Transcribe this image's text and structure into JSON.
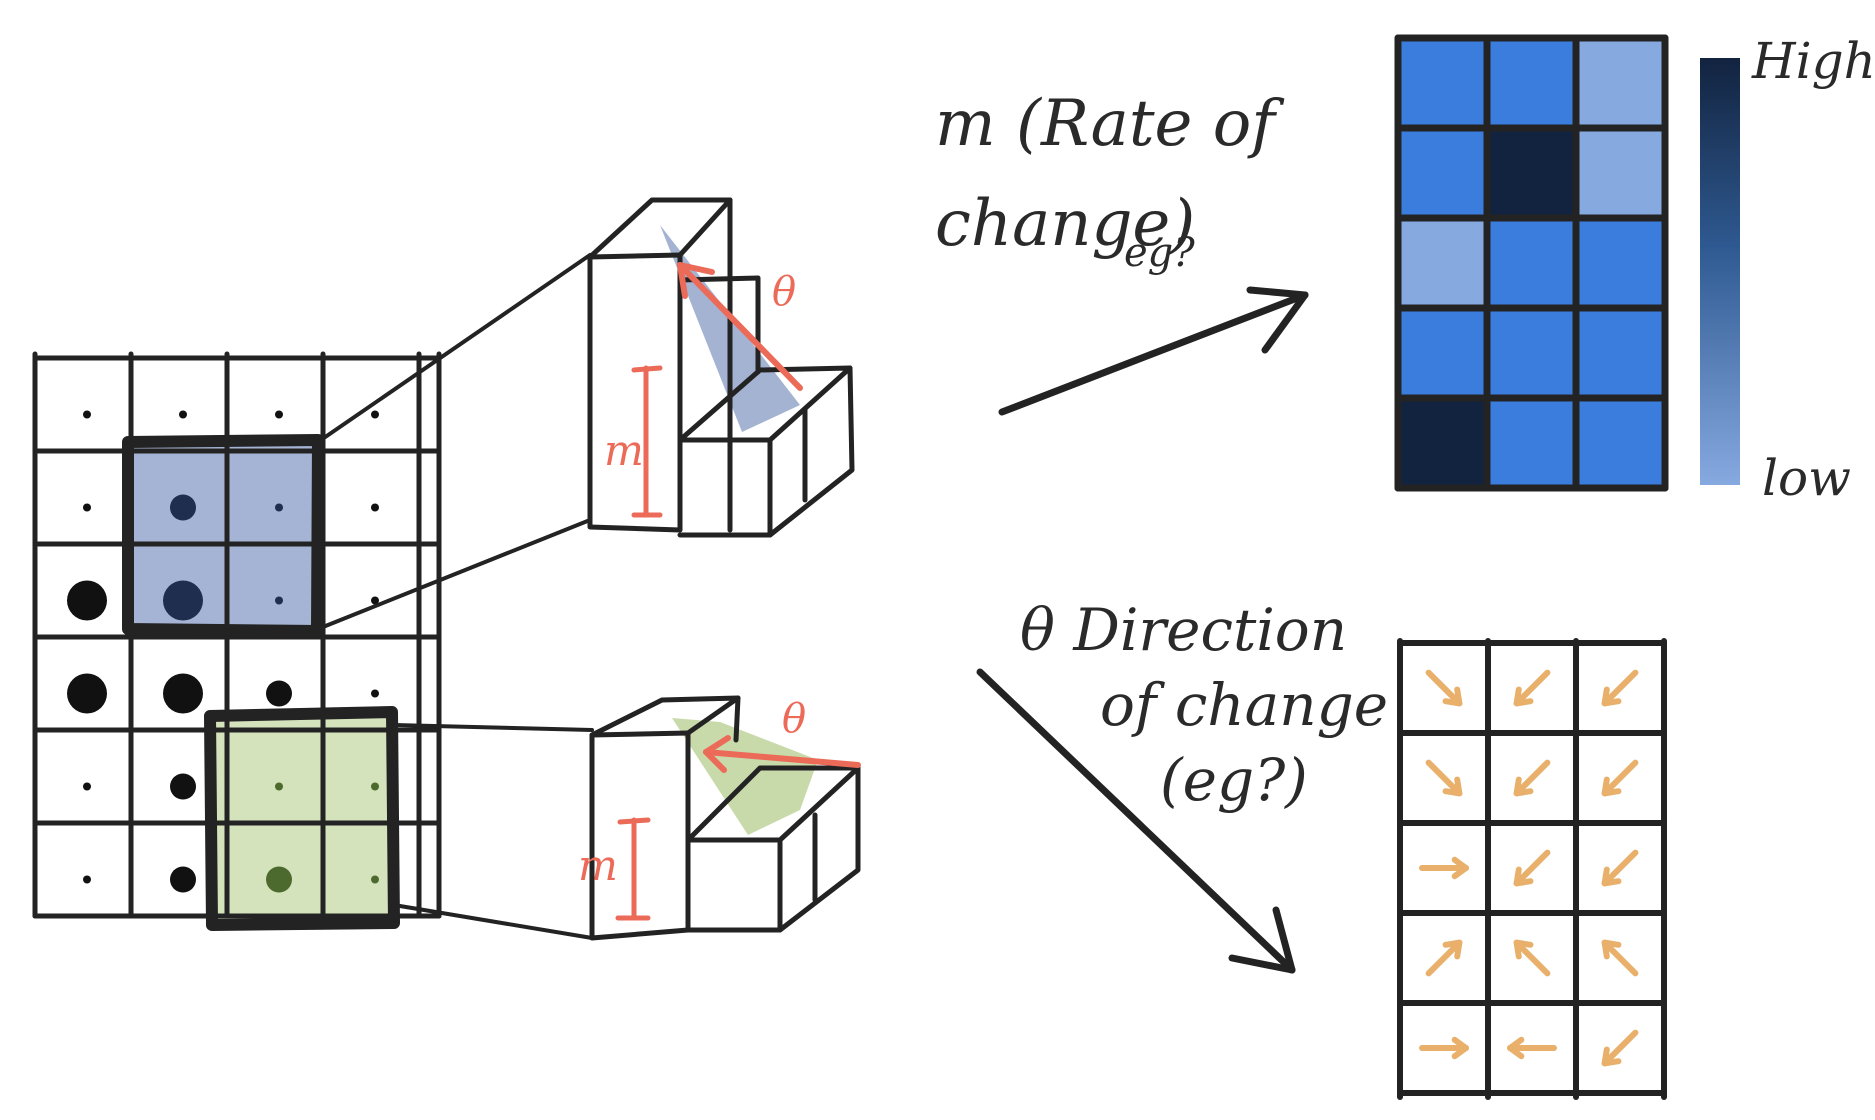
{
  "labels": {
    "m_small": "m",
    "theta_small": "θ",
    "magnitude_line1": "m (Rate of",
    "magnitude_line2": "change)",
    "magnitude_eg": "eg?",
    "direction_line1": "θ Direction",
    "direction_line2": "of change",
    "direction_line3": "(eg?)",
    "legend_high": "High",
    "legend_low": "low"
  },
  "colors": {
    "ink": "#232323",
    "magnitude_dark": "#12233f",
    "magnitude_mid": "#3b7ddd",
    "magnitude_light": "#86a9e0",
    "blue_patch": "#a5b4d4",
    "green_patch": "#d5e3bd",
    "annotation_red": "#ec6a58",
    "arrow_orange": "#e8b06a"
  },
  "input_grid": {
    "rows": 6,
    "cols": 4,
    "dot_sizes": [
      [
        1,
        1,
        1,
        1
      ],
      [
        1,
        2,
        1,
        1
      ],
      [
        3,
        3,
        1,
        1
      ],
      [
        3,
        3,
        2,
        1
      ],
      [
        1,
        2,
        1,
        1
      ],
      [
        1,
        2,
        2,
        1
      ]
    ]
  },
  "magnitude_map": {
    "rows": 5,
    "cols": 3,
    "levels": [
      [
        "mid",
        "mid",
        "light"
      ],
      [
        "mid",
        "dark",
        "light"
      ],
      [
        "light",
        "mid",
        "mid"
      ],
      [
        "mid",
        "mid",
        "mid"
      ],
      [
        "dark",
        "mid",
        "mid"
      ]
    ]
  },
  "direction_map": {
    "rows": 5,
    "cols": 3,
    "arrow_directions": [
      [
        "down-right",
        "down-left",
        "down-left"
      ],
      [
        "down-right",
        "down-left",
        "down-left"
      ],
      [
        "right",
        "down-left",
        "down-left"
      ],
      [
        "up-right",
        "up-left",
        "up-left"
      ],
      [
        "right",
        "left",
        "down-left"
      ]
    ]
  }
}
